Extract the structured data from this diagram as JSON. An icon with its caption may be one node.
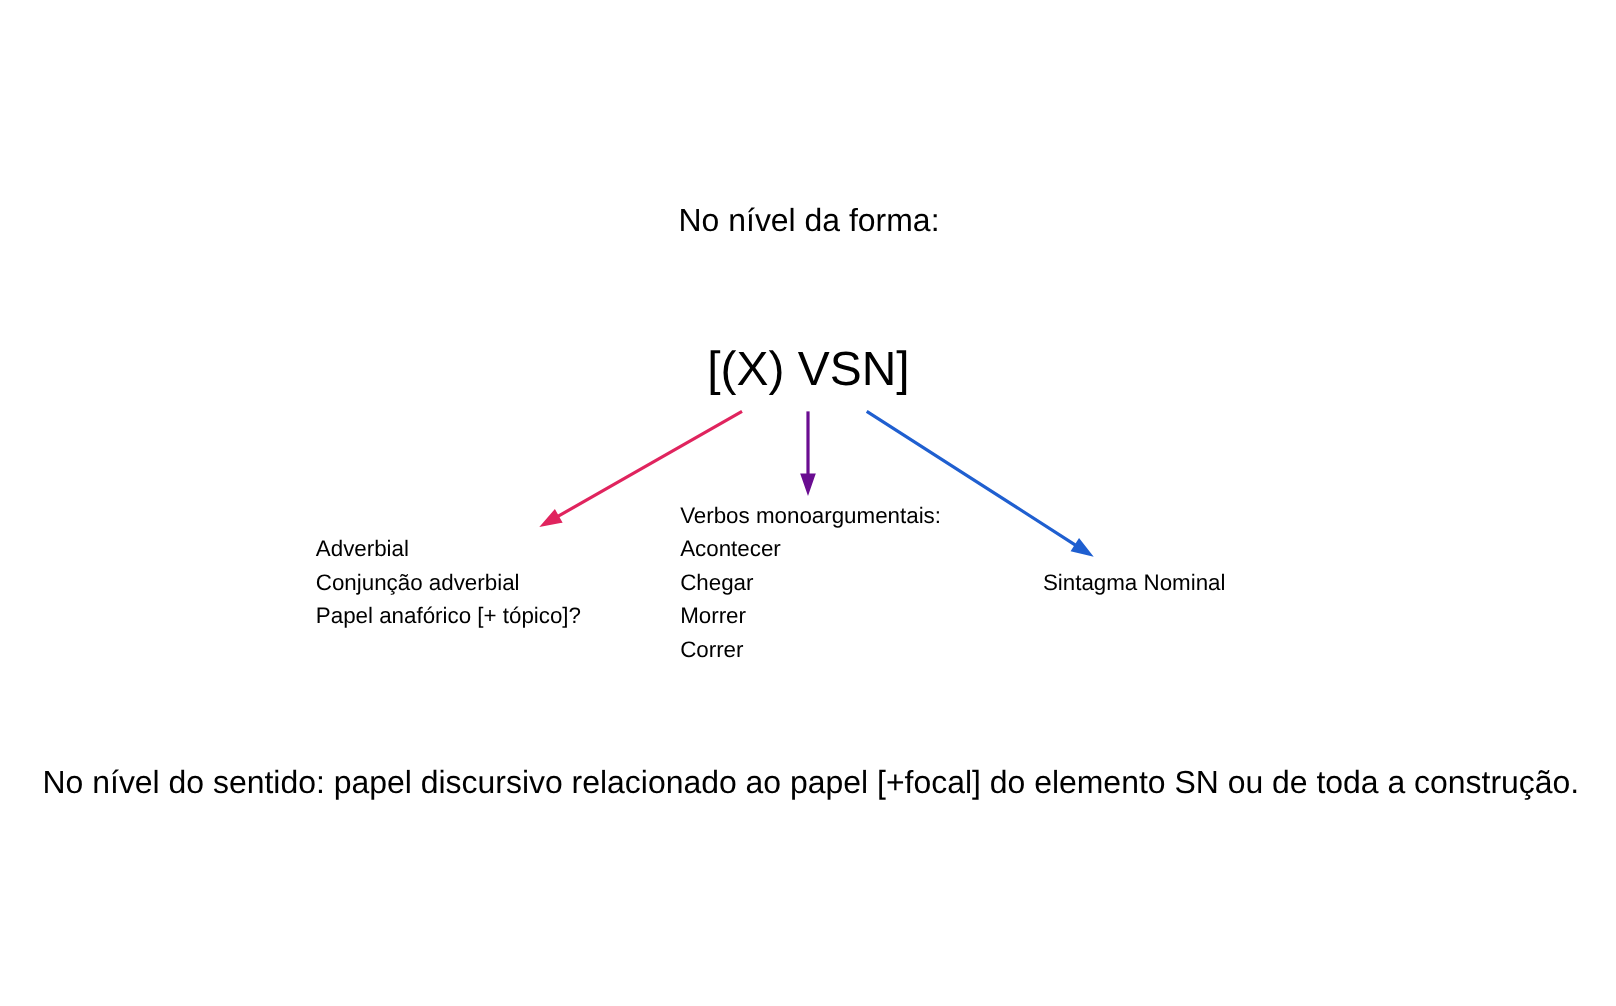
{
  "diagram": {
    "nodes": [
      {
        "text": [
          "[(X) VSN]"
        ]
      },
      {
        "text": [
          "Adverbial",
          "Conjunção adverbial",
          "Papel anafórico [+ tópico]?"
        ]
      },
      {
        "text": [
          "Verbos monoargumentais:",
          "Acontecer",
          "Chegar",
          "Morrer",
          "Correr"
        ]
      },
      {
        "text": [
          "Sintagma Nominal"
        ]
      }
    ],
    "edges": [
      {
        "from": 0,
        "to": 1,
        "arrow": "to",
        "color": "#e0245e"
      },
      {
        "from": 0,
        "to": 2,
        "arrow": "to",
        "color": "#6a0d91"
      },
      {
        "from": 0,
        "to": 3,
        "arrow": "to",
        "color": "#1f5fd0"
      }
    ],
    "labels": [
      "No nível da forma:",
      "No nível do sentido: papel discursivo relacionado ao papel [+focal] do elemento SN ou de toda a construção."
    ]
  }
}
